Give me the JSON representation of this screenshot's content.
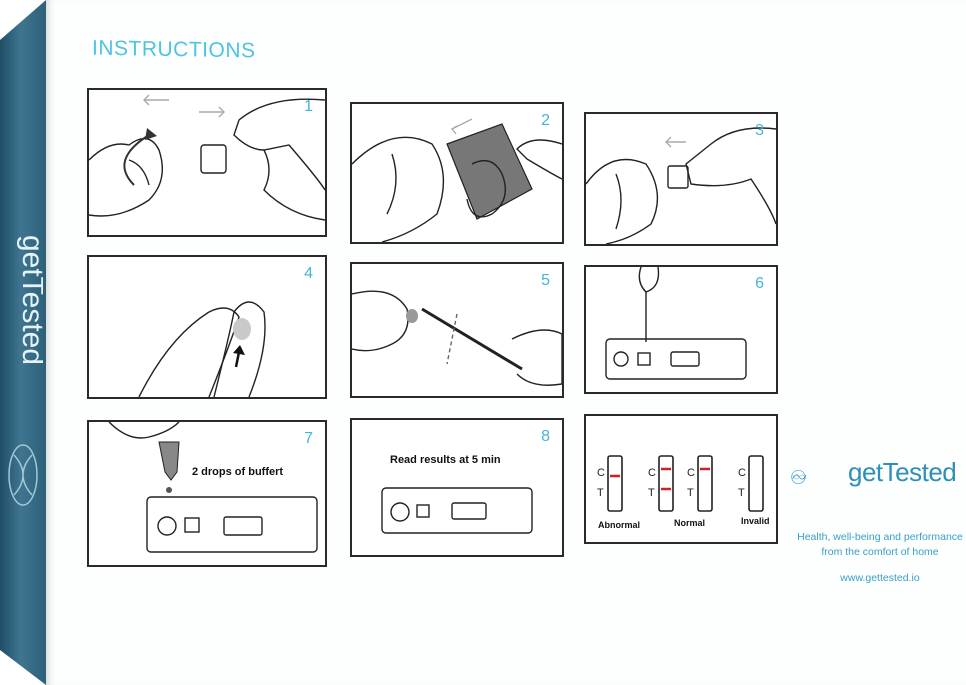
{
  "box": {
    "spine_text": "getTested",
    "title": "INSTRUCTIONS"
  },
  "steps": [
    {
      "number": "1"
    },
    {
      "number": "2"
    },
    {
      "number": "3"
    },
    {
      "number": "4"
    },
    {
      "number": "5"
    },
    {
      "number": "6"
    },
    {
      "number": "7",
      "caption": "2 drops of buffert"
    },
    {
      "number": "8",
      "caption": "Read results at 5 min"
    },
    {
      "number": ""
    }
  ],
  "results": {
    "labels": [
      "Abnormal",
      "Normal",
      "Invalid"
    ],
    "c": "C",
    "t": "T"
  },
  "brand": {
    "name": "getTested",
    "tagline_line1": "Health, well-being and performance",
    "tagline_line2": "from the comfort of home",
    "url": "www.gettested.io"
  },
  "colors": {
    "accent": "#4fc3e0",
    "spine": "#2d6079",
    "line_red": "#d0202a"
  },
  "icons": [
    "hands-icon",
    "lancet-icon",
    "finger-icon",
    "pipette-icon",
    "test-cassette-icon",
    "buffer-bottle-icon",
    "dna-logo-icon"
  ]
}
